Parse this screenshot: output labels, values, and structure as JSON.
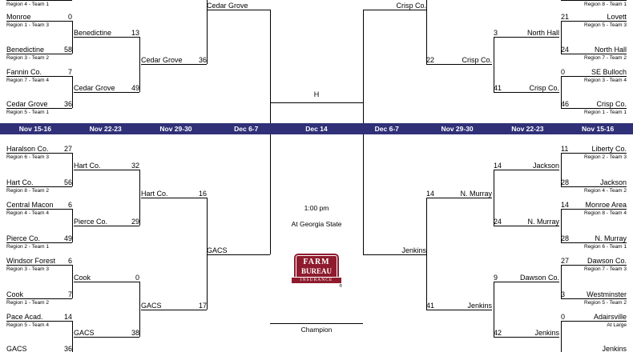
{
  "schedule": {
    "dates": [
      "Nov 15-16",
      "Nov 22-23",
      "Nov 29-30",
      "Dec 6-7",
      "Dec 14",
      "Dec 6-7",
      "Nov 29-30",
      "Nov 22-23",
      "Nov 15-16"
    ],
    "bar_color": "#303078"
  },
  "center": {
    "home_marker": "H",
    "time": "1:00 pm",
    "venue": "At Georgia State",
    "champion_label": "Champion",
    "logo": {
      "line1": "FARM",
      "line2": "BUREAU",
      "banner": "INSURANCE",
      "registered": "®",
      "color": "#8e1b2d"
    }
  },
  "slots": {
    "tl_r1_0": {
      "region": "Region 4 - Team 1"
    },
    "tl_r1_1": {
      "name": "Monroe",
      "score": "0",
      "region": "Region 1 - Team 3"
    },
    "tl_r1_2": {
      "name": "Benedictine",
      "score": "58",
      "region": "Region 3 - Team 2"
    },
    "tl_r1_3": {
      "name": "Fannin Co.",
      "score": "7",
      "region": "Region 7 - Team 4"
    },
    "tl_r1_4": {
      "name": "Cedar Grove",
      "score": "36",
      "region": "Region 5 - Team 1"
    },
    "tl_r2_0": {
      "name": "Benedictine",
      "score": "13"
    },
    "tl_r2_1": {
      "name": "Cedar Grove",
      "score": "49"
    },
    "tl_r3_0": {
      "name": "Cedar Grove",
      "score": "36"
    },
    "tl_semi": {
      "name": "Cedar Grove"
    },
    "tr_r1_0": {
      "region": "Region 8 - Team 1"
    },
    "tr_r1_1": {
      "name": "Lovett",
      "score": "21",
      "region": "Region 5 - Team 3"
    },
    "tr_r1_2": {
      "name": "North Hall",
      "score": "24",
      "region": "Region 7 - Team 2"
    },
    "tr_r1_3": {
      "name": "SE Bulloch",
      "score": "0",
      "region": "Region 3 - Team 4"
    },
    "tr_r1_4": {
      "name": "Crisp Co.",
      "score": "46",
      "region": "Region 1 - Team 1"
    },
    "tr_r2_0": {
      "name": "North Hall",
      "score": "3"
    },
    "tr_r2_1": {
      "name": "Crisp Co.",
      "score": "41"
    },
    "tr_r3_0": {
      "name": "Crisp Co.",
      "score": "22"
    },
    "tr_semi": {
      "name": "Crisp Co."
    },
    "bl_r1_0": {
      "name": "Haralson Co.",
      "score": "27",
      "region": "Region 6 - Team 3"
    },
    "bl_r1_1": {
      "name": "Hart Co.",
      "score": "56",
      "region": "Region 8 - Team 2"
    },
    "bl_r1_2": {
      "name": "Central Macon",
      "score": "6",
      "region": "Region 4 - Team 4"
    },
    "bl_r1_3": {
      "name": "Pierce Co.",
      "score": "49",
      "region": "Region 2 - Team 1"
    },
    "bl_r1_4": {
      "name": "Windsor Forest",
      "score": "6",
      "region": "Region 3 - Team 3"
    },
    "bl_r1_5": {
      "name": "Cook",
      "score": "7",
      "region": "Region 1 - Team 2"
    },
    "bl_r1_6": {
      "name": "Pace Acad.",
      "score": "14",
      "region": "Region 5 - Team 4"
    },
    "bl_r1_7": {
      "name": "GACS",
      "score": "36"
    },
    "bl_r2_0": {
      "name": "Hart Co.",
      "score": "32"
    },
    "bl_r2_1": {
      "name": "Pierce Co.",
      "score": "29"
    },
    "bl_r2_2": {
      "name": "Cook",
      "score": "0"
    },
    "bl_r2_3": {
      "name": "GACS",
      "score": "38"
    },
    "bl_r3_0": {
      "name": "Hart Co.",
      "score": "16"
    },
    "bl_r3_1": {
      "name": "GACS",
      "score": "17"
    },
    "bl_semi": {
      "name": "GACS"
    },
    "br_r1_0": {
      "name": "Liberty Co.",
      "score": "11",
      "region": "Region 2 - Team 3"
    },
    "br_r1_1": {
      "name": "Jackson",
      "score": "28",
      "region": "Region 4 - Team 2"
    },
    "br_r1_2": {
      "name": "Monroe Area",
      "score": "14",
      "region": "Region 8 - Team 4"
    },
    "br_r1_3": {
      "name": "N. Murray",
      "score": "28",
      "region": "Region 6 - Team 1"
    },
    "br_r1_4": {
      "name": "Dawson Co.",
      "score": "27",
      "region": "Region 7 - Team 3"
    },
    "br_r1_5": {
      "name": "Westminster",
      "score": "3",
      "region": "Region 5 - Team 2"
    },
    "br_r1_6": {
      "name": "Adairsville",
      "score": "0",
      "region": "At Large"
    },
    "br_r1_7": {
      "name": "Jenkins"
    },
    "br_r2_0": {
      "name": "Jackson",
      "score": "14"
    },
    "br_r2_1": {
      "name": "N. Murray",
      "score": "24"
    },
    "br_r2_2": {
      "name": "Dawson Co.",
      "score": "9"
    },
    "br_r2_3": {
      "name": "Jenkins",
      "score": "42"
    },
    "br_r3_0": {
      "name": "N. Murray",
      "score": "14"
    },
    "br_r3_1": {
      "name": "Jenkins",
      "score": "41"
    },
    "br_semi": {
      "name": "Jenkins"
    }
  }
}
